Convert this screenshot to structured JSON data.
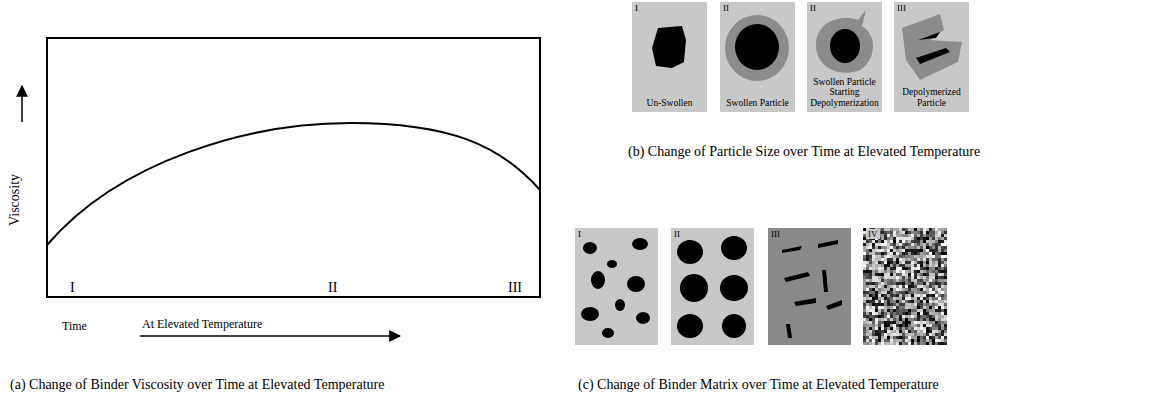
{
  "diagram": {
    "nodes": [
      {
        "text": [
          "I",
          "Un-Swollen"
        ]
      },
      {
        "text": [
          "II",
          "Swollen Particle"
        ]
      },
      {
        "text": [
          "II",
          "Swollen Particle Starting Depolymerization"
        ]
      },
      {
        "text": [
          "III",
          "Depolymerized Particle"
        ]
      },
      {
        "text": [
          "I"
        ]
      },
      {
        "text": [
          "II"
        ]
      },
      {
        "text": [
          "III"
        ]
      },
      {
        "text": [
          "IV"
        ]
      }
    ],
    "labels": [
      "Viscosity",
      "I",
      "II",
      "III",
      "Time",
      "At Elevated Temperature",
      "(a) Change of Binder Viscosity over Time at Elevated Temperature",
      "(b) Change of Particle Size over Time at Elevated Temperature",
      "(c) Change of Binder Matrix over Time at Elevated Temperature"
    ]
  }
}
